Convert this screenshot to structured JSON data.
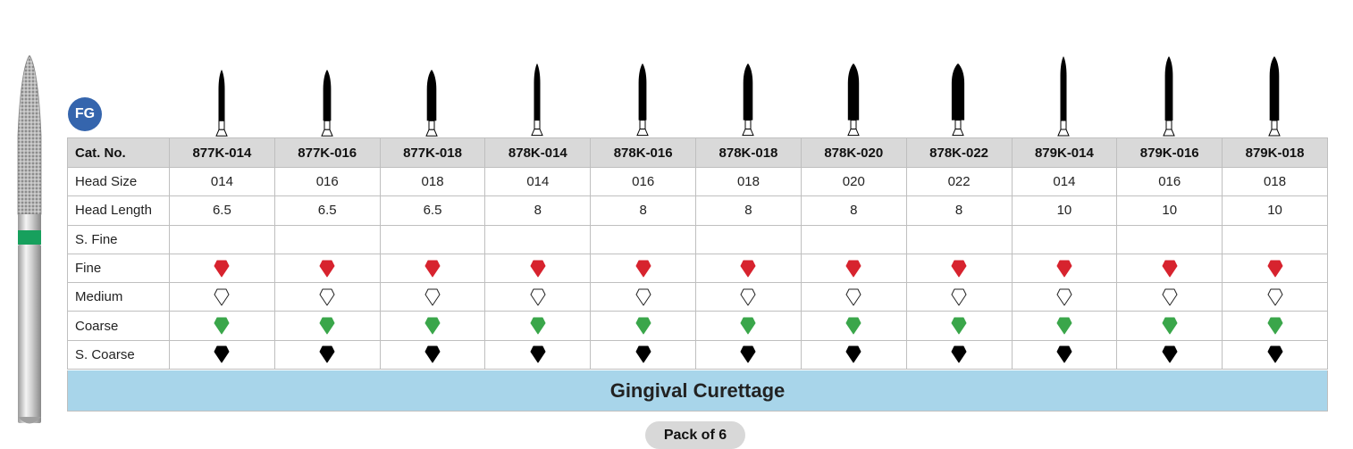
{
  "badge": {
    "label": "FG"
  },
  "table": {
    "header_label": "Cat. No.",
    "cat_numbers": [
      "877K-014",
      "877K-016",
      "877K-018",
      "878K-014",
      "878K-016",
      "878K-018",
      "878K-020",
      "878K-022",
      "879K-014",
      "879K-016",
      "879K-018"
    ],
    "rows": [
      {
        "label": "Head Size",
        "values": [
          "014",
          "016",
          "018",
          "014",
          "016",
          "018",
          "020",
          "022",
          "014",
          "016",
          "018"
        ]
      },
      {
        "label": "Head Length",
        "values": [
          "6.5",
          "6.5",
          "6.5",
          "8",
          "8",
          "8",
          "8",
          "8",
          "10",
          "10",
          "10"
        ]
      }
    ],
    "grit_rows": [
      {
        "label": "S. Fine",
        "icon": "none",
        "color": ""
      },
      {
        "label": "Fine",
        "icon": "red-gem-icon",
        "color": "#d7232e"
      },
      {
        "label": "Medium",
        "icon": "white-gem-icon",
        "color": "#ffffff"
      },
      {
        "label": "Coarse",
        "icon": "green-gem-icon",
        "color": "#3aa64a"
      },
      {
        "label": "S. Coarse",
        "icon": "black-gem-icon",
        "color": "#000000"
      }
    ]
  },
  "caption": "Gingival Curettage",
  "pack_label": "Pack of 6",
  "colors": {
    "badge": "#3565ad",
    "caption_bg": "#a8d5ea",
    "header_bg": "#d9d9d9",
    "hero_band": "#17a05d"
  }
}
